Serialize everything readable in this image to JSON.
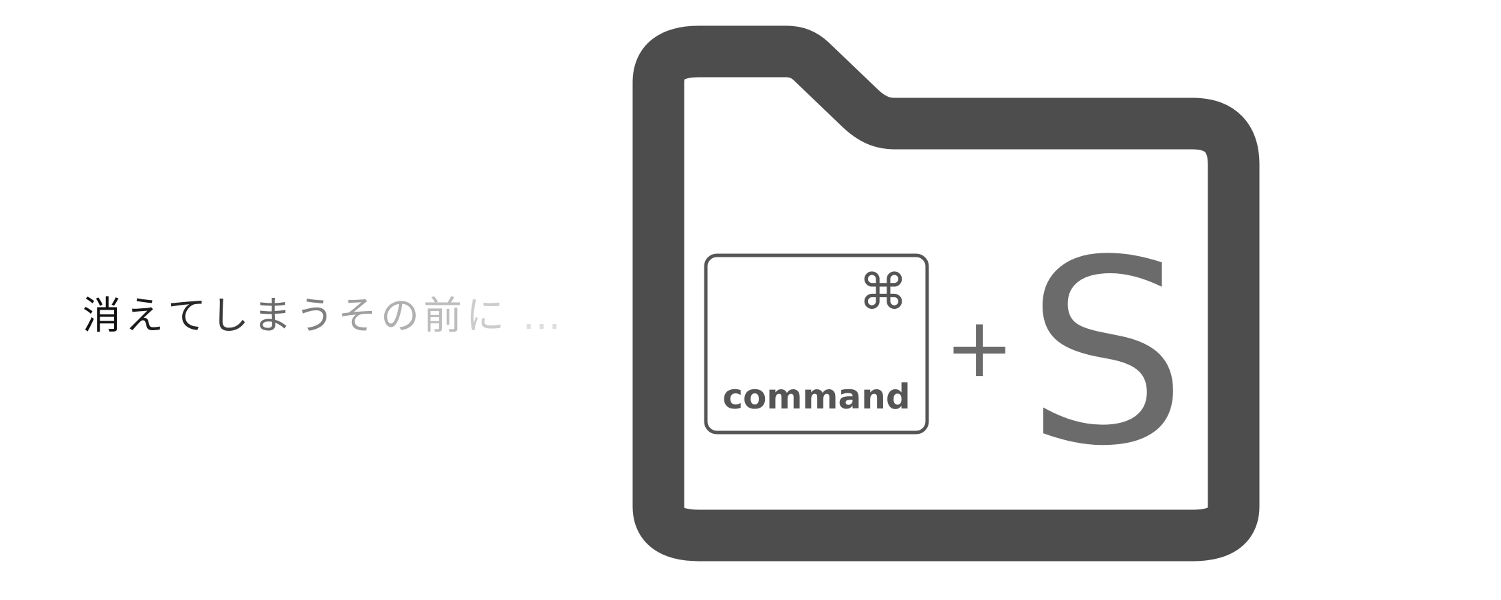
{
  "tagline": {
    "chars": [
      {
        "text": "消",
        "color": "#111111"
      },
      {
        "text": "え",
        "color": "#1c1c1c"
      },
      {
        "text": "て",
        "color": "#262626"
      },
      {
        "text": "し",
        "color": "#3a3a3a"
      },
      {
        "text": "ま",
        "color": "#6b6b6b"
      },
      {
        "text": "う",
        "color": "#808080"
      },
      {
        "text": "そ",
        "color": "#a0a0a0"
      },
      {
        "text": "の",
        "color": "#b0b0b0"
      },
      {
        "text": "前",
        "color": "#bdbdbd"
      },
      {
        "text": "に",
        "color": "#cccccc"
      },
      {
        "text": "…",
        "color": "#dedede"
      }
    ]
  },
  "folder": {
    "stroke_color": "#4d4d4d",
    "icon": "folder-icon"
  },
  "shortcut": {
    "key_symbol": "⌘",
    "key_label": "command",
    "plus": "+",
    "letter": "S",
    "key_color": "#555555",
    "letter_color": "#6b6b6b"
  }
}
